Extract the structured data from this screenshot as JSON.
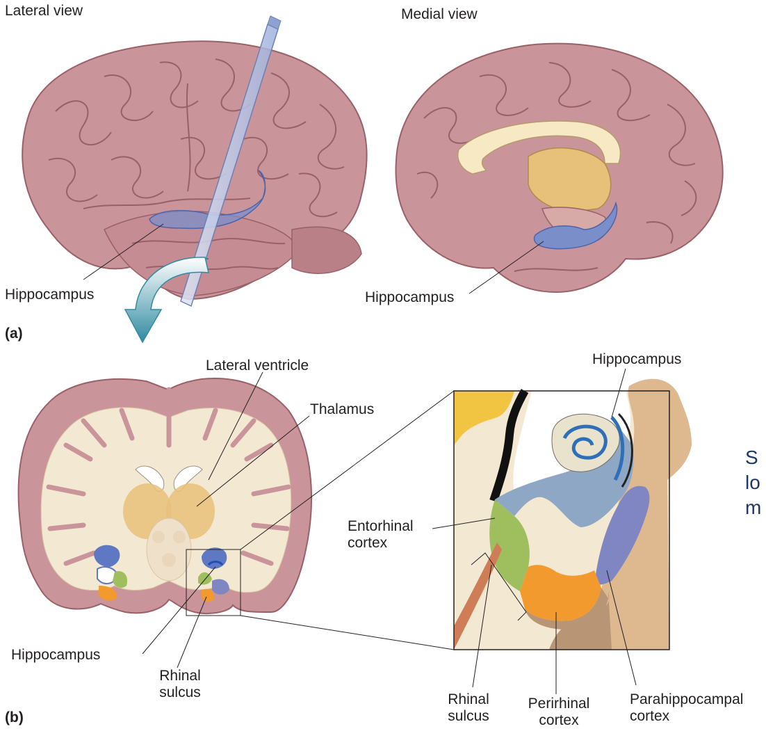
{
  "labels": {
    "lateral_view": "Lateral view",
    "medial_view": "Medial view",
    "hippocampus_lateral": "Hippocampus",
    "hippocampus_medial": "Hippocampus",
    "panel_a": "(a)",
    "panel_b": "(b)",
    "lateral_ventricle": "Lateral ventricle",
    "thalamus": "Thalamus",
    "hippocampus_coronal": "Hippocampus",
    "rhinal_sulcus_coronal_1": "Rhinal",
    "rhinal_sulcus_coronal_2": "sulcus",
    "hippocampus_inset": "Hippocampus",
    "entorhinal_1": "Entorhinal",
    "entorhinal_2": "cortex",
    "rhinal_sulcus_inset_1": "Rhinal",
    "rhinal_sulcus_inset_2": "sulcus",
    "perirhinal_1": "Perirhinal",
    "perirhinal_2": "cortex",
    "parahippocampal_1": "Parahippocampal",
    "parahippocampal_2": "cortex"
  },
  "side_text": [
    "S",
    "lo",
    "m"
  ],
  "colors": {
    "cortex": "#c9959a",
    "cortex_dark": "#a86f78",
    "white_matter": "#f3e8d2",
    "hippocampus": "#7a8fc9",
    "entorhinal": "#9fbf5e",
    "perirhinal": "#f29a2e",
    "parahippocampal": "#7f86c2",
    "plane": "#b9c7e6",
    "arrow": "#3e8fa3",
    "thalamus": "#e7c07a"
  }
}
